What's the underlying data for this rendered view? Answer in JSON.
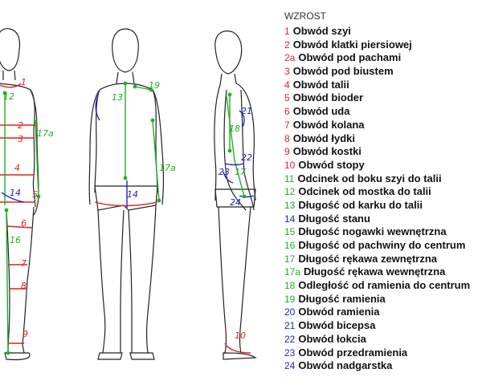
{
  "legend": {
    "header": "WZROST",
    "items": [
      {
        "num": "1",
        "label": "Obwód szyi",
        "color": "#e02020"
      },
      {
        "num": "2",
        "label": "Obwód klatki piersiowej",
        "color": "#e02020"
      },
      {
        "num": "2a",
        "label": "Obwód pod pachami",
        "color": "#e02020"
      },
      {
        "num": "3",
        "label": "Obwód pod biustem",
        "color": "#e02020"
      },
      {
        "num": "4",
        "label": "Obwód talii",
        "color": "#e02020"
      },
      {
        "num": "5",
        "label": "Obwód bioder",
        "color": "#e02020"
      },
      {
        "num": "6",
        "label": "Obwód uda",
        "color": "#e02020"
      },
      {
        "num": "7",
        "label": "Obwód kolana",
        "color": "#e02020"
      },
      {
        "num": "8",
        "label": "Obwód łydki",
        "color": "#e02020"
      },
      {
        "num": "9",
        "label": "Obwód kostki",
        "color": "#e02020"
      },
      {
        "num": "10",
        "label": "Obwód stopy",
        "color": "#e02020"
      },
      {
        "num": "11",
        "label": "Odcinek od boku szyi do talii",
        "color": "#20b020"
      },
      {
        "num": "12",
        "label": "Odcinek od mostka do talii",
        "color": "#20b020"
      },
      {
        "num": "13",
        "label": "Długość od karku do talii",
        "color": "#20b020"
      },
      {
        "num": "14",
        "label": "Długość stanu",
        "color": "#2020d0"
      },
      {
        "num": "15",
        "label": "Długość nogawki wewnętrzna",
        "color": "#20b020"
      },
      {
        "num": "16",
        "label": "Długość od pachwiny do centrum",
        "color": "#20b020"
      },
      {
        "num": "17",
        "label": "Długość rękawa zewnętrzna",
        "color": "#20b020"
      },
      {
        "num": "17a",
        "label": "Długość rękawa wewnętrzna",
        "color": "#20b020"
      },
      {
        "num": "18",
        "label": "Odległość od ramienia do centrum",
        "color": "#20b020"
      },
      {
        "num": "19",
        "label": "Długość ramienia",
        "color": "#20b020"
      },
      {
        "num": "20",
        "label": "Obwód ramienia",
        "color": "#2020d0"
      },
      {
        "num": "21",
        "label": "Obwód bicepsa",
        "color": "#2020d0"
      },
      {
        "num": "22",
        "label": "Obwód łokcia",
        "color": "#2020d0"
      },
      {
        "num": "23",
        "label": "Obwód przedramienia",
        "color": "#2020d0"
      },
      {
        "num": "24",
        "label": "Obwód nadgarstka",
        "color": "#2020d0"
      }
    ]
  },
  "figure_labels": {
    "front": [
      {
        "text": "1",
        "color": "#e02020"
      },
      {
        "text": "12",
        "color": "#20b020"
      },
      {
        "text": "2",
        "color": "#e02020"
      },
      {
        "text": "3",
        "color": "#e02020"
      },
      {
        "text": "17a",
        "color": "#20b020"
      },
      {
        "text": "4",
        "color": "#e02020"
      },
      {
        "text": "14",
        "color": "#2020d0"
      },
      {
        "text": "5",
        "color": "#e02020"
      },
      {
        "text": "6",
        "color": "#e02020"
      },
      {
        "text": "16",
        "color": "#20b020"
      },
      {
        "text": "7",
        "color": "#e02020"
      },
      {
        "text": "8",
        "color": "#e02020"
      },
      {
        "text": "9",
        "color": "#e02020"
      }
    ],
    "back": [
      {
        "text": "19",
        "color": "#20b020"
      },
      {
        "text": "13",
        "color": "#20b020"
      },
      {
        "text": "17a",
        "color": "#20b020"
      },
      {
        "text": "14",
        "color": "#2020d0"
      }
    ],
    "side": [
      {
        "text": "21",
        "color": "#2020d0"
      },
      {
        "text": "18",
        "color": "#20b020"
      },
      {
        "text": "22",
        "color": "#2020d0"
      },
      {
        "text": "23",
        "color": "#2020d0"
      },
      {
        "text": "17",
        "color": "#20b020"
      },
      {
        "text": "24",
        "color": "#2020d0"
      },
      {
        "text": "10",
        "color": "#e02020"
      }
    ]
  }
}
